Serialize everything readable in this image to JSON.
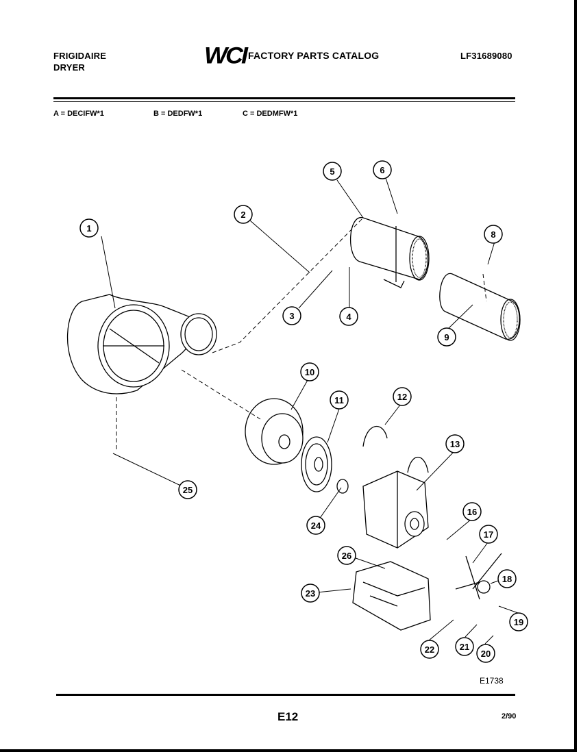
{
  "header": {
    "brand_line1": "FRIGIDAIRE",
    "brand_line2": "DRYER",
    "logo_text": "WCI",
    "catalog_title": "FACTORY PARTS CATALOG",
    "part_number": "LF31689080"
  },
  "models": [
    "A = DECIFW*1",
    "B = DEDFW*1",
    "C = DEDMFW*1"
  ],
  "callouts": [
    "1",
    "2",
    "3",
    "4",
    "5",
    "6",
    "8",
    "9",
    "10",
    "11",
    "12",
    "13",
    "16",
    "17",
    "18",
    "19",
    "20",
    "21",
    "22",
    "23",
    "24",
    "25",
    "26"
  ],
  "footer": {
    "drawing_code": "E1738",
    "page": "E12",
    "date": "2/90"
  }
}
